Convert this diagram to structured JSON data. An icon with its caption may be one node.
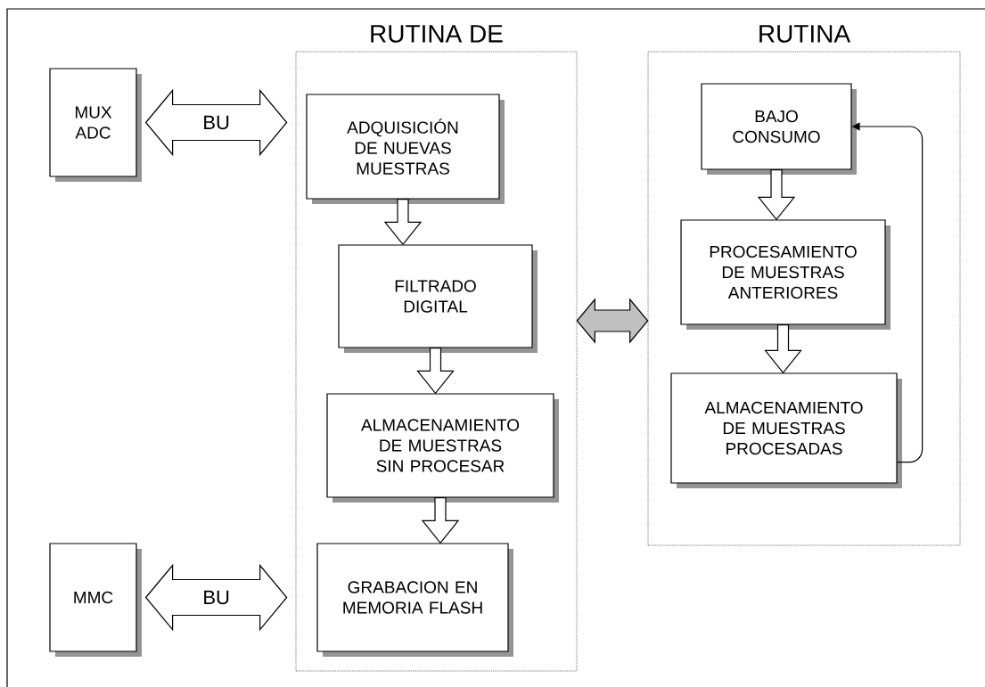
{
  "diagram": {
    "nodes": [
      {
        "text": [
          "RUTINA DE"
        ]
      },
      {
        "text": [
          "RUTINA"
        ]
      },
      {
        "text": [
          "MUX ADC"
        ]
      },
      {
        "text": [
          "MMC"
        ]
      },
      {
        "text": [
          "ADQUISICIÓN DE NUEVAS MUESTRAS"
        ],
        "in": 0
      },
      {
        "text": [
          "FILTRADO DIGITAL"
        ],
        "in": 0
      },
      {
        "text": [
          "ALMACENAMIENTO DE MUESTRAS SIN PROCESAR"
        ],
        "in": 0
      },
      {
        "text": [
          "GRABACION EN MEMORIA FLASH"
        ],
        "in": 0
      },
      {
        "text": [
          "BAJO CONSUMO"
        ],
        "in": 1
      },
      {
        "text": [
          "PROCESAMIENTO DE MUESTRAS ANTERIORES"
        ],
        "in": 1
      },
      {
        "text": [
          "ALMACENAMIENTO DE MUESTRAS PROCESADAS"
        ],
        "in": 1
      }
    ],
    "edges": [
      {
        "from": 2,
        "to": 0,
        "arrow": "both",
        "label": "BU",
        "style": "thick"
      },
      {
        "from": 3,
        "to": 0,
        "arrow": "both",
        "label": "BU",
        "style": "thick"
      },
      {
        "from": 0,
        "to": 1,
        "arrow": "both",
        "style": "thick",
        "color": "#c0c0c0"
      },
      {
        "from": 4,
        "to": 5,
        "arrow": "to",
        "style": "thick"
      },
      {
        "from": 5,
        "to": 6,
        "arrow": "to",
        "style": "thick"
      },
      {
        "from": 6,
        "to": 7,
        "arrow": "to",
        "style": "thick"
      },
      {
        "from": 8,
        "to": 9,
        "arrow": "to",
        "style": "thick"
      },
      {
        "from": 9,
        "to": 10,
        "arrow": "to",
        "style": "thick"
      },
      {
        "from": 10,
        "to": 8,
        "arrow": "to"
      }
    ]
  }
}
